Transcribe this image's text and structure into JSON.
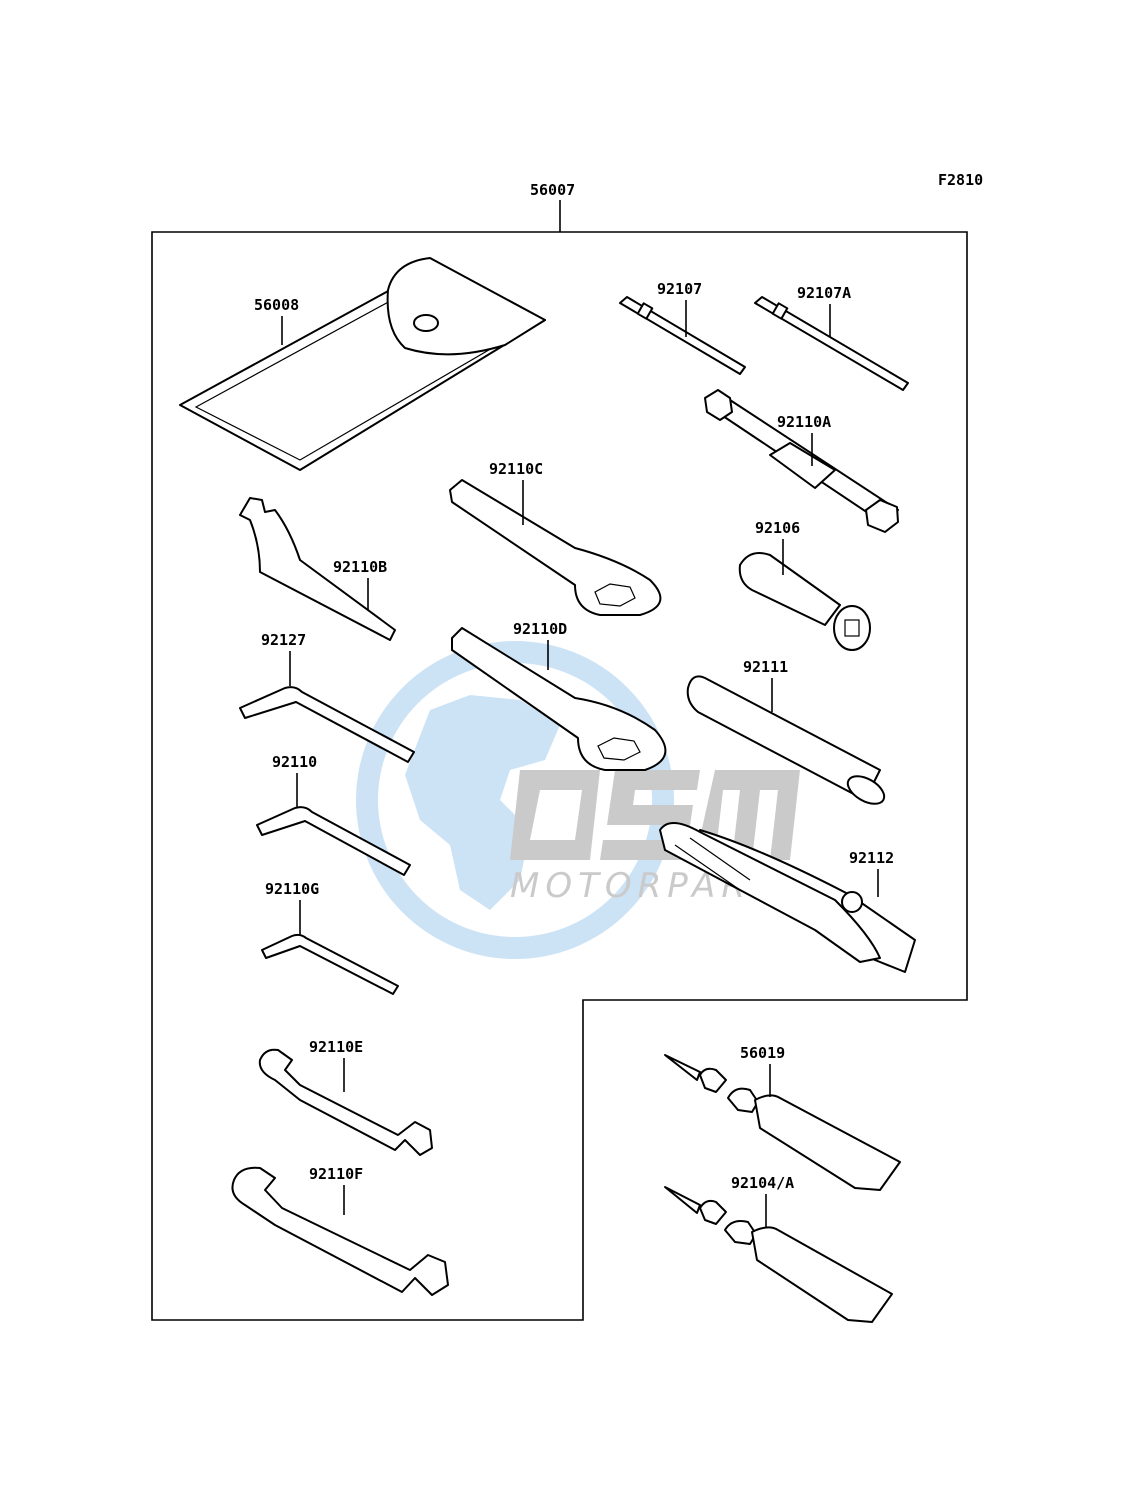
{
  "figure_code": "F2810",
  "kit_label": "56007",
  "parts": {
    "case": "56008",
    "driver_1": "92107",
    "driver_2": "92107A",
    "box_wrench_a": "92110A",
    "box_wrench_c": "92110C",
    "hook_wrench": "92110B",
    "extension": "92106",
    "box_wrench_d": "92110D",
    "handle": "92111",
    "hex_key_1": "92127",
    "hex_key_2": "92110",
    "hex_key_3": "92110G",
    "pliers": "92112",
    "wrench_e": "92110E",
    "wrench_f": "92110F",
    "repair_tube_1": "56019",
    "repair_tube_2": "92104/A"
  },
  "watermark": {
    "brand": "OSM",
    "sub": "MOTORPARTS"
  },
  "colors": {
    "line": "#000000",
    "watermark_blue": "#bcd9f2",
    "watermark_grey": "#b9b9b9"
  }
}
